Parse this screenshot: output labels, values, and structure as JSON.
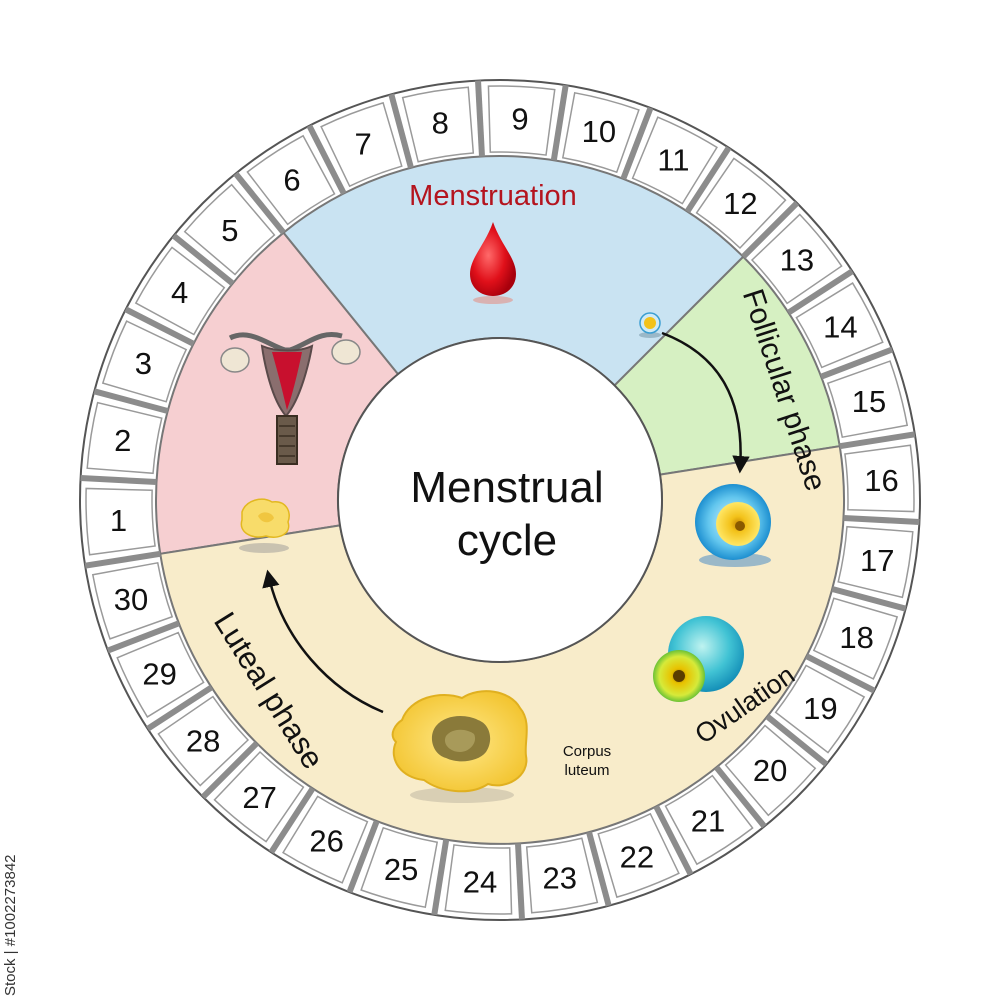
{
  "title_lines": [
    "Menstrual",
    "cycle"
  ],
  "days": [
    "1",
    "2",
    "3",
    "4",
    "5",
    "6",
    "7",
    "8",
    "9",
    "10",
    "11",
    "12",
    "13",
    "14",
    "15",
    "16",
    "17",
    "18",
    "19",
    "20",
    "21",
    "22",
    "23",
    "24",
    "25",
    "26",
    "27",
    "28",
    "29",
    "30"
  ],
  "phases": {
    "menstruation": {
      "label": "Menstruation",
      "fill": "#f6cfd1",
      "label_color": "#b4141e",
      "days": [
        1,
        5
      ]
    },
    "follicular": {
      "label": "Follicular phase",
      "fill": "#c9e3f2",
      "days": [
        6,
        12
      ]
    },
    "ovulation": {
      "label": "Ovulation",
      "fill": "#d6f0c2",
      "days": [
        13,
        15
      ]
    },
    "luteal": {
      "label": "Luteal phase",
      "fill": "#f8ecca",
      "days": [
        16,
        30
      ]
    }
  },
  "annotations": {
    "corpus_luteum": [
      "Corpus",
      "luteum"
    ]
  },
  "icons": [
    "blood-drop-icon",
    "egg-cell-icon",
    "follicle-icon",
    "ovulating-follicle-icon",
    "uterus-icon",
    "corpus-albicans-icon",
    "corpus-luteum-icon"
  ],
  "side_credit": "Stock | #1002273842"
}
